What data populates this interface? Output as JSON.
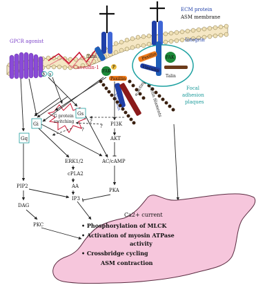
{
  "labels": {
    "ecm_protein": "ECM protein",
    "asm_membrane": "ASM membrane",
    "integrin": "Integrin",
    "gpcr_agonist": "GPCR agonist",
    "caveolin": "Caveolin-1",
    "talin_top": "Talin",
    "fak_center": "FAK",
    "paxillin_center": "Paxillin",
    "vinculin_center": "Vinculin",
    "alpha_actin": "α-actinin",
    "actin_filaments": "Actin filaments",
    "paxillin_right": "Paxillin",
    "fak_right": "FAK",
    "vinculin_right": "Vinculin",
    "talin_right": "Talin",
    "focal_adhesion": [
      "Focal",
      "adhesion",
      "plaques"
    ],
    "g_protein_switching": [
      "G protein",
      "switching"
    ],
    "gi": "Gi",
    "gs": "Gs",
    "gq": "Gq",
    "question_marks": "?",
    "pi3k": "PI3K",
    "akt": "AKT",
    "erk": "ERK1/2",
    "cpla2": "cPLA2",
    "aa": "AA",
    "ip3": "IP3",
    "ac_camp": "AC/cAMP",
    "pka": "PKA",
    "pip2": "PIP2",
    "dag": "DAG",
    "pkc": "PKC",
    "beta": "β",
    "gamma": "γ",
    "p": "P"
  },
  "cell_box": {
    "ca_current": "Ca2+ current",
    "lines": [
      "• Phosphorylation of MLCK",
      "• Activation of myosin ATPase",
      "activity",
      "• Crossbridge cycling"
    ],
    "conclusion": "ASM contraction"
  },
  "colors": {
    "membrane_fill": "#f5e7c4",
    "membrane_stroke": "#7a6a3a",
    "cell_fill": "#f6c6dc",
    "cell_stroke": "#5a2a40",
    "gpcr": "#8a4bd8",
    "integrin": "#1f3fa8",
    "talin": "#1f5fb8",
    "fak": "#1d8a3a",
    "paxillin": "#ee7a1a",
    "caveolin": "#c8102e",
    "actin": "#3a2010",
    "teal": "#1aa0a0"
  }
}
